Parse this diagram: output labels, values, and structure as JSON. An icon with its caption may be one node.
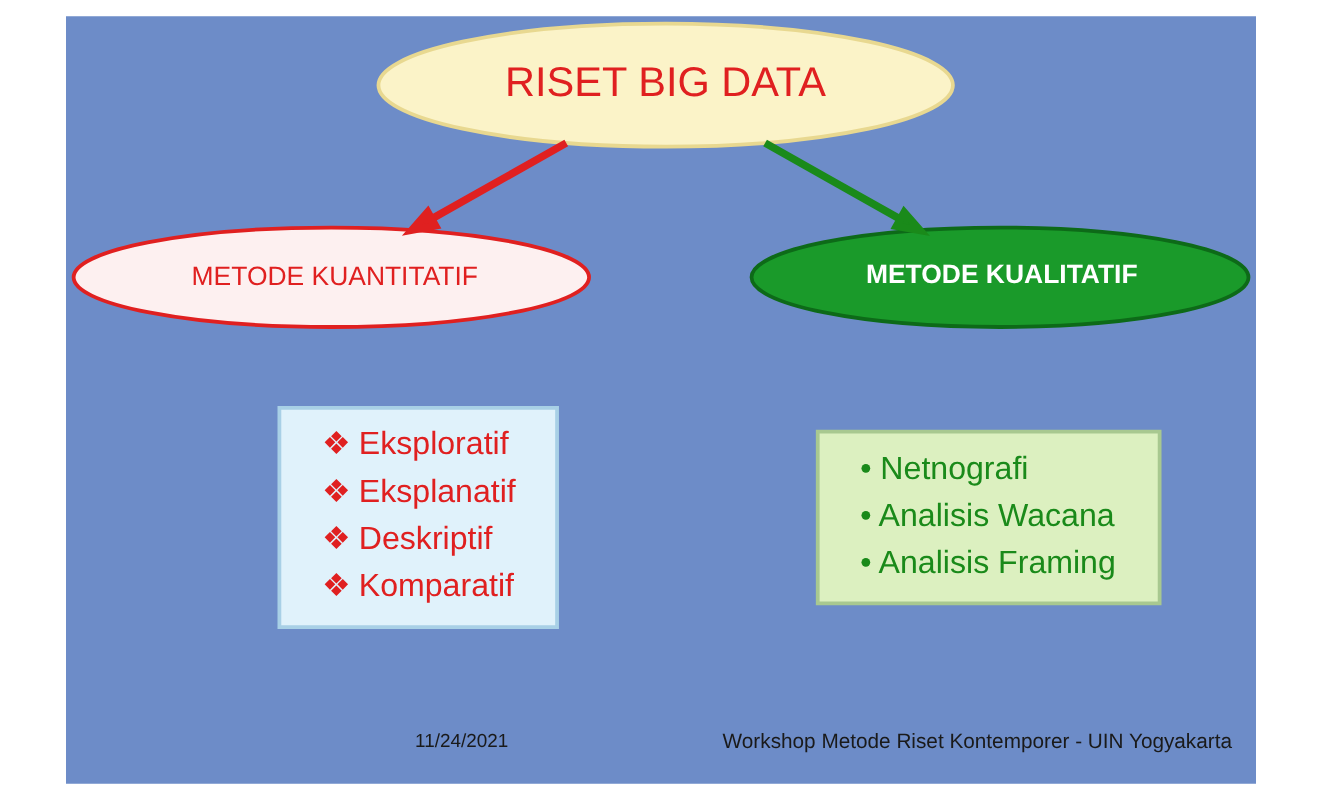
{
  "diagram": {
    "nodes": [
      {
        "text": [
          "RISET BIG DATA"
        ]
      },
      {
        "text": [
          "METODE KUANTITATIF"
        ]
      },
      {
        "text": [
          "METODE KUALITATIF"
        ]
      },
      {
        "text": [
          "❖ Eksploratif",
          "❖ Eksplanatif",
          "❖ Deskriptif",
          "❖ Komparatif"
        ]
      },
      {
        "text": [
          "• Netnografi",
          "• Analisis Wacana",
          "• Analisis Framing"
        ]
      }
    ],
    "edges": [
      {
        "from": 0,
        "to": 1,
        "arrow": "to",
        "color": "#e02020"
      },
      {
        "from": 0,
        "to": 2,
        "arrow": "to",
        "color": "#1a8a1a"
      }
    ],
    "labels": [
      "11/24/2021",
      "Workshop Metode Riset Kontemporer - UIN Yogyakarta"
    ]
  }
}
